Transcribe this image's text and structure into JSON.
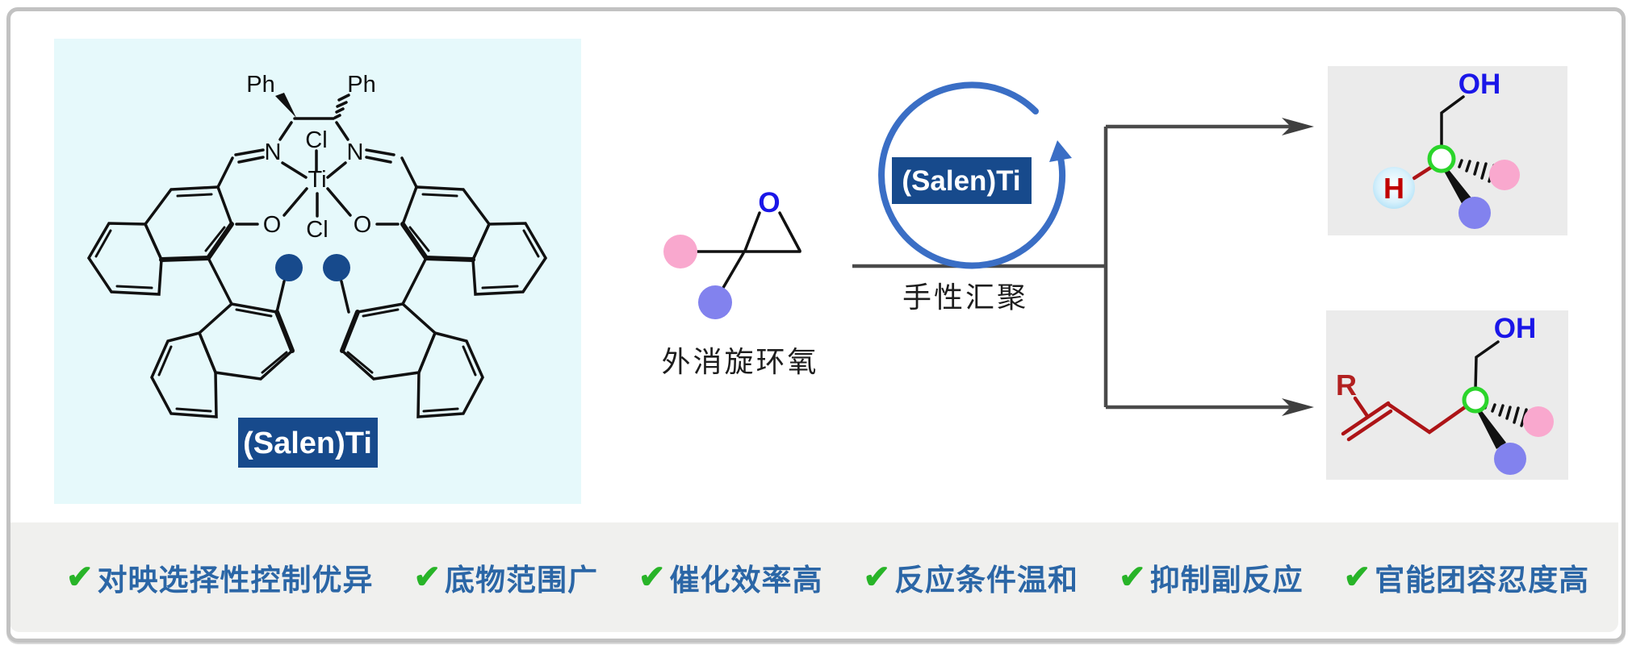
{
  "catalyst": {
    "label": "(Salen)Ti",
    "atoms": {
      "ph_left": "Ph",
      "ph_right": "Ph",
      "cl_top": "Cl",
      "cl_bottom": "Cl",
      "n_left": "N",
      "n_right": "N",
      "ti": "Ti",
      "o_left": "O",
      "o_right": "O"
    }
  },
  "reaction": {
    "substrate_label": "外消旋环氧",
    "epoxide_oxygen": "O",
    "catalyst_badge": "(Salen)Ti",
    "arrow_caption": "手性汇聚"
  },
  "products": {
    "top": {
      "hydroxyl": "OH",
      "hydrogen": "H"
    },
    "bottom": {
      "hydroxyl": "OH",
      "r_group": "R"
    }
  },
  "benefits": {
    "check_glyph": "✔",
    "items": [
      "对映选择性控制优异",
      "底物范围广",
      "催化效率高",
      "反应条件温和",
      "抑制副反应",
      "官能团容忍度高"
    ]
  },
  "colors": {
    "navy_badge": "#174a8c",
    "cyan_panel": "#e6f9fb",
    "benefit_text_blue": "#2b66a6",
    "check_green": "#28b428",
    "circle_arrow_blue": "#3a6ec5",
    "pink_sphere": "#f9a8ce",
    "periwinkle_sphere": "#8282ee",
    "navy_sphere": "#174a8c",
    "stereocenter_green": "#2bd52b",
    "oh_blue": "#1a16e8",
    "dark_red": "#ad1417",
    "product_box_gray": "#ebebeb",
    "bar_gray": "#f0f0ee"
  }
}
